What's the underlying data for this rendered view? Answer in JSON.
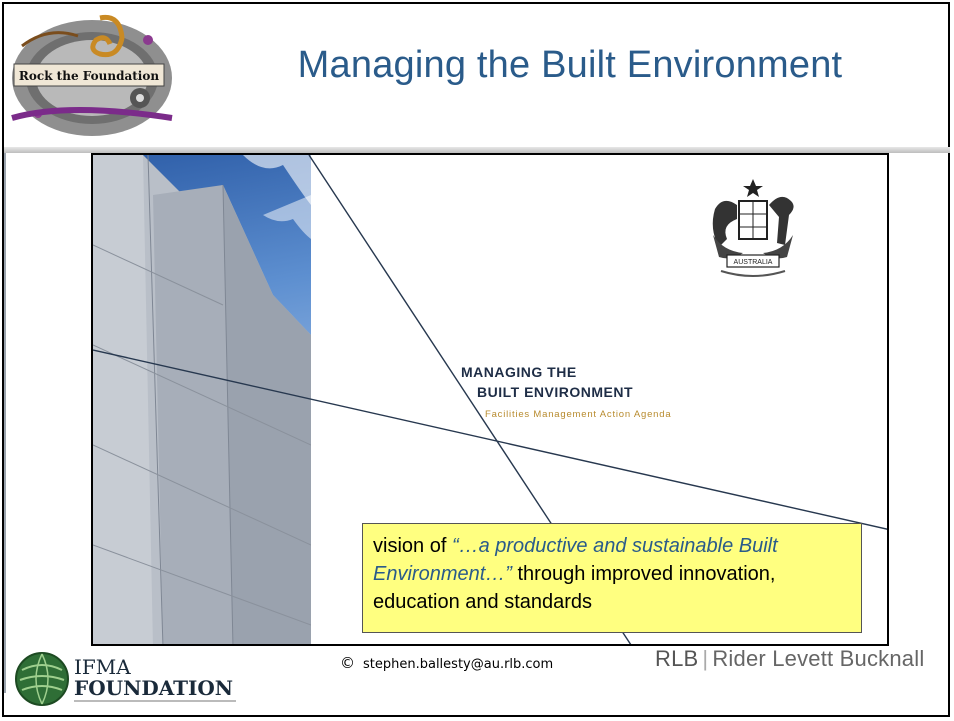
{
  "slide": {
    "title": "Managing the Built Environment"
  },
  "logo_top": {
    "text": "Rock the Foundation"
  },
  "cover": {
    "title_line1": "MANAGING THE",
    "title_line2": "BUILT ENVIRONMENT",
    "subtitle": "Facilities Management Action Agenda",
    "emblem_text": "AUSTRALIA"
  },
  "callout": {
    "prefix": "vision of ",
    "quote": "“…a productive and sustainable Built Environment…”",
    "suffix": " through improved innovation, education and standards"
  },
  "footer": {
    "copyright_symbol": "©",
    "email": "stephen.ballesty@au.rlb.com",
    "ifma_line1": "IFMA",
    "ifma_line2": "FOUNDATION",
    "rlb_abbr": "RLB",
    "rlb_name": "Rider Levett Bucknall"
  },
  "colors": {
    "title": "#2a5b8a",
    "callout_bg": "#ffff80",
    "cover_text": "#1e2d46",
    "cover_subtitle": "#b88b2e"
  }
}
